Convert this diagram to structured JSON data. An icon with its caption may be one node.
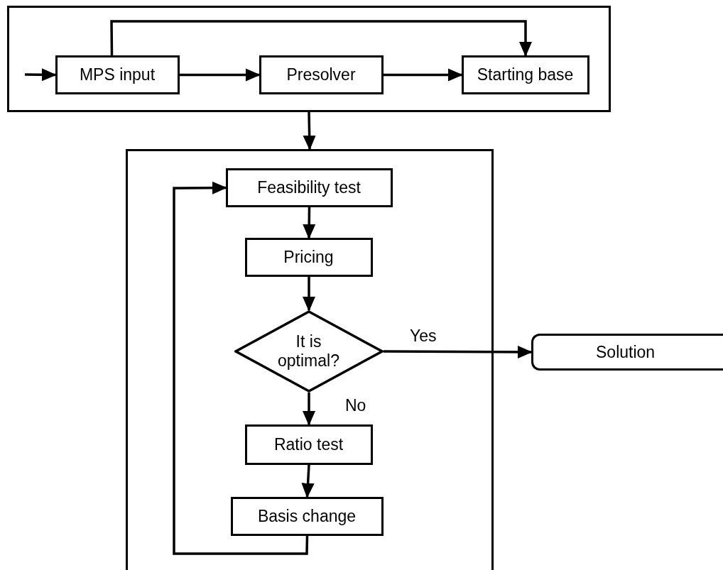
{
  "diagram": {
    "nodes": [
      {
        "text": [],
        "shape": "box"
      },
      {
        "text": [
          "MPS input"
        ],
        "in": 0
      },
      {
        "text": [
          "Presolver"
        ],
        "in": 0
      },
      {
        "text": [
          "Starting base"
        ],
        "in": 0
      },
      {
        "text": [],
        "shape": "box"
      },
      {
        "text": [
          "Feasibility test"
        ],
        "in": 4
      },
      {
        "text": [
          "Pricing"
        ],
        "in": 4
      },
      {
        "text": [
          "It is optimal?"
        ],
        "in": 4
      },
      {
        "text": [
          "Ratio test"
        ],
        "in": 4
      },
      {
        "text": [
          "Basis change"
        ],
        "in": 4
      },
      {
        "text": [
          "Solution"
        ]
      }
    ],
    "edges": [
      {
        "from": null,
        "to": 1,
        "arrow": "to"
      },
      {
        "from": 1,
        "to": 2,
        "arrow": "to"
      },
      {
        "from": 2,
        "to": 3,
        "arrow": "to"
      },
      {
        "from": 1,
        "to": 3,
        "arrow": "to"
      },
      {
        "from": 0,
        "to": 4,
        "arrow": "to"
      },
      {
        "from": 5,
        "to": 6,
        "arrow": "to"
      },
      {
        "from": 6,
        "to": 7,
        "arrow": "to"
      },
      {
        "from": 7,
        "to": 10,
        "label": "Yes",
        "arrow": "to"
      },
      {
        "from": 7,
        "to": 8,
        "label": "No",
        "arrow": "to"
      },
      {
        "from": 8,
        "to": 9,
        "arrow": "to"
      },
      {
        "from": 9,
        "to": 5,
        "arrow": "to"
      }
    ]
  }
}
